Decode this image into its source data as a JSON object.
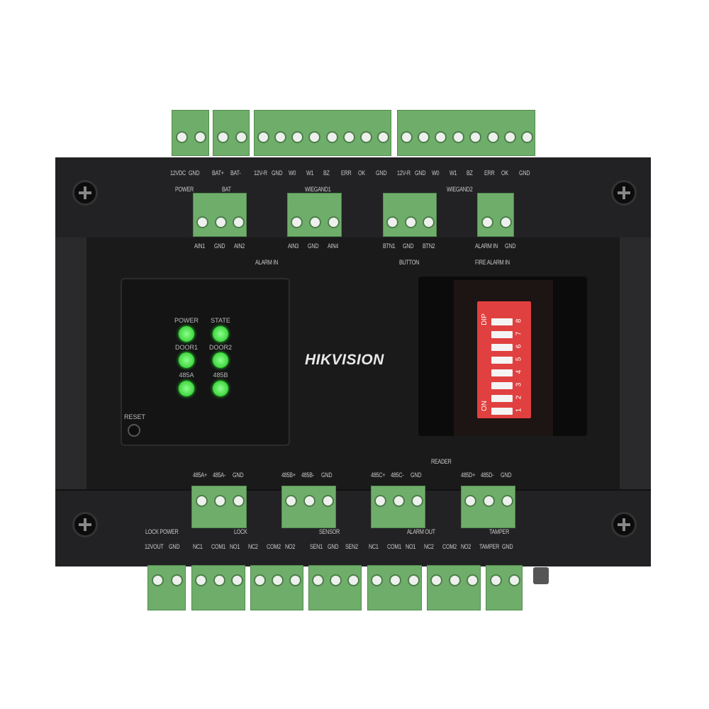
{
  "brand": "HIKVISION",
  "colors": {
    "body": "#1c1c1d",
    "terminal": "#6fae6a",
    "led": "#22dd22",
    "dip": "#e0403f"
  },
  "top_labels": {
    "power": [
      "12VDC",
      "GND"
    ],
    "power_group": "POWER",
    "bat": [
      "BAT+",
      "BAT-"
    ],
    "bat_group": "BAT",
    "wiegand1": [
      "12V-R",
      "GND",
      "W0",
      "W1",
      "BZ",
      "ERR",
      "OK",
      "GND"
    ],
    "wiegand1_group": "WIEGAND1",
    "wiegand2": [
      "12V-R",
      "GND",
      "W0",
      "W1",
      "BZ",
      "ERR",
      "OK",
      "GND"
    ],
    "wiegand2_group": "WIEGAND2"
  },
  "mid_labels": {
    "alarm_in_a": [
      "AIN1",
      "GND",
      "AIN2"
    ],
    "alarm_in_b": [
      "AIN3",
      "GND",
      "AIN4"
    ],
    "alarm_in_group": "ALARM IN",
    "button": [
      "BTN1",
      "GND",
      "BTN2"
    ],
    "button_group": "BUTTON",
    "fire": [
      "ALARM IN",
      "GND"
    ],
    "fire_group": "FIRE ALARM IN"
  },
  "leds": [
    "POWER",
    "STATE",
    "DOOR1",
    "DOOR2",
    "485A",
    "485B"
  ],
  "reset": "RESET",
  "dip": {
    "on": "ON",
    "dip": "DIP",
    "numbers": [
      "1",
      "2",
      "3",
      "4",
      "5",
      "6",
      "7",
      "8"
    ]
  },
  "rs485": {
    "a": [
      "485A+",
      "485A-",
      "GND"
    ],
    "b": [
      "485B+",
      "485B-",
      "GND"
    ],
    "c": [
      "485C+",
      "485C-",
      "GND"
    ],
    "d": [
      "485D+",
      "485D-",
      "GND"
    ],
    "reader_group": "READER"
  },
  "bottom_labels": {
    "lock_power": [
      "12VOUT",
      "GND"
    ],
    "lock_power_group": "LOCK POWER",
    "lock": [
      "NC1",
      "COM1",
      "NO1",
      "NC2",
      "COM2",
      "NO2"
    ],
    "lock_group": "LOCK",
    "sensor": [
      "SEN1",
      "GND",
      "SEN2"
    ],
    "sensor_group": "SENSOR",
    "alarm_out": [
      "NC1",
      "COM1",
      "NO1",
      "NC2",
      "COM2",
      "NO2"
    ],
    "alarm_out_group": "ALARM OUT",
    "tamper": [
      "TAMPER",
      "GND"
    ],
    "tamper_group": "TAMPER"
  }
}
